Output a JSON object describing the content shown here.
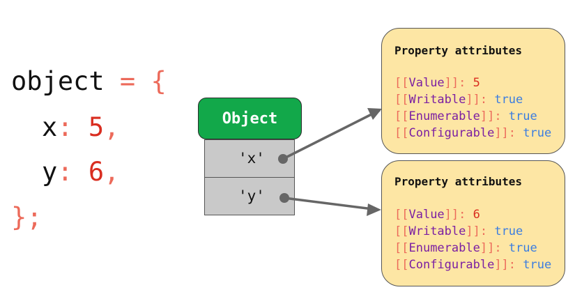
{
  "code": {
    "object_word": "object",
    "equals": " = ",
    "open_brace": "{",
    "x_key": "x",
    "x_colon": ": ",
    "x_value": "5",
    "x_comma": ",",
    "y_key": "y",
    "y_colon": ": ",
    "y_value": "6",
    "y_comma": ",",
    "close": "};"
  },
  "object_box": {
    "title": "Object",
    "keys": [
      "'x'",
      "'y'"
    ]
  },
  "panels": [
    {
      "title": "Property attributes",
      "attributes": [
        {
          "name": "Value",
          "value": "5",
          "kind": "number"
        },
        {
          "name": "Writable",
          "value": "true",
          "kind": "bool"
        },
        {
          "name": "Enumerable",
          "value": "true",
          "kind": "bool"
        },
        {
          "name": "Configurable",
          "value": "true",
          "kind": "bool"
        }
      ]
    },
    {
      "title": "Property attributes",
      "attributes": [
        {
          "name": "Value",
          "value": "6",
          "kind": "number"
        },
        {
          "name": "Writable",
          "value": "true",
          "kind": "bool"
        },
        {
          "name": "Enumerable",
          "value": "true",
          "kind": "bool"
        },
        {
          "name": "Configurable",
          "value": "true",
          "kind": "bool"
        }
      ]
    }
  ],
  "colors": {
    "object_header": "#12a84a",
    "panel_fill": "#fde6a4",
    "row_fill": "#c9c9c9",
    "arrow": "#666666"
  }
}
